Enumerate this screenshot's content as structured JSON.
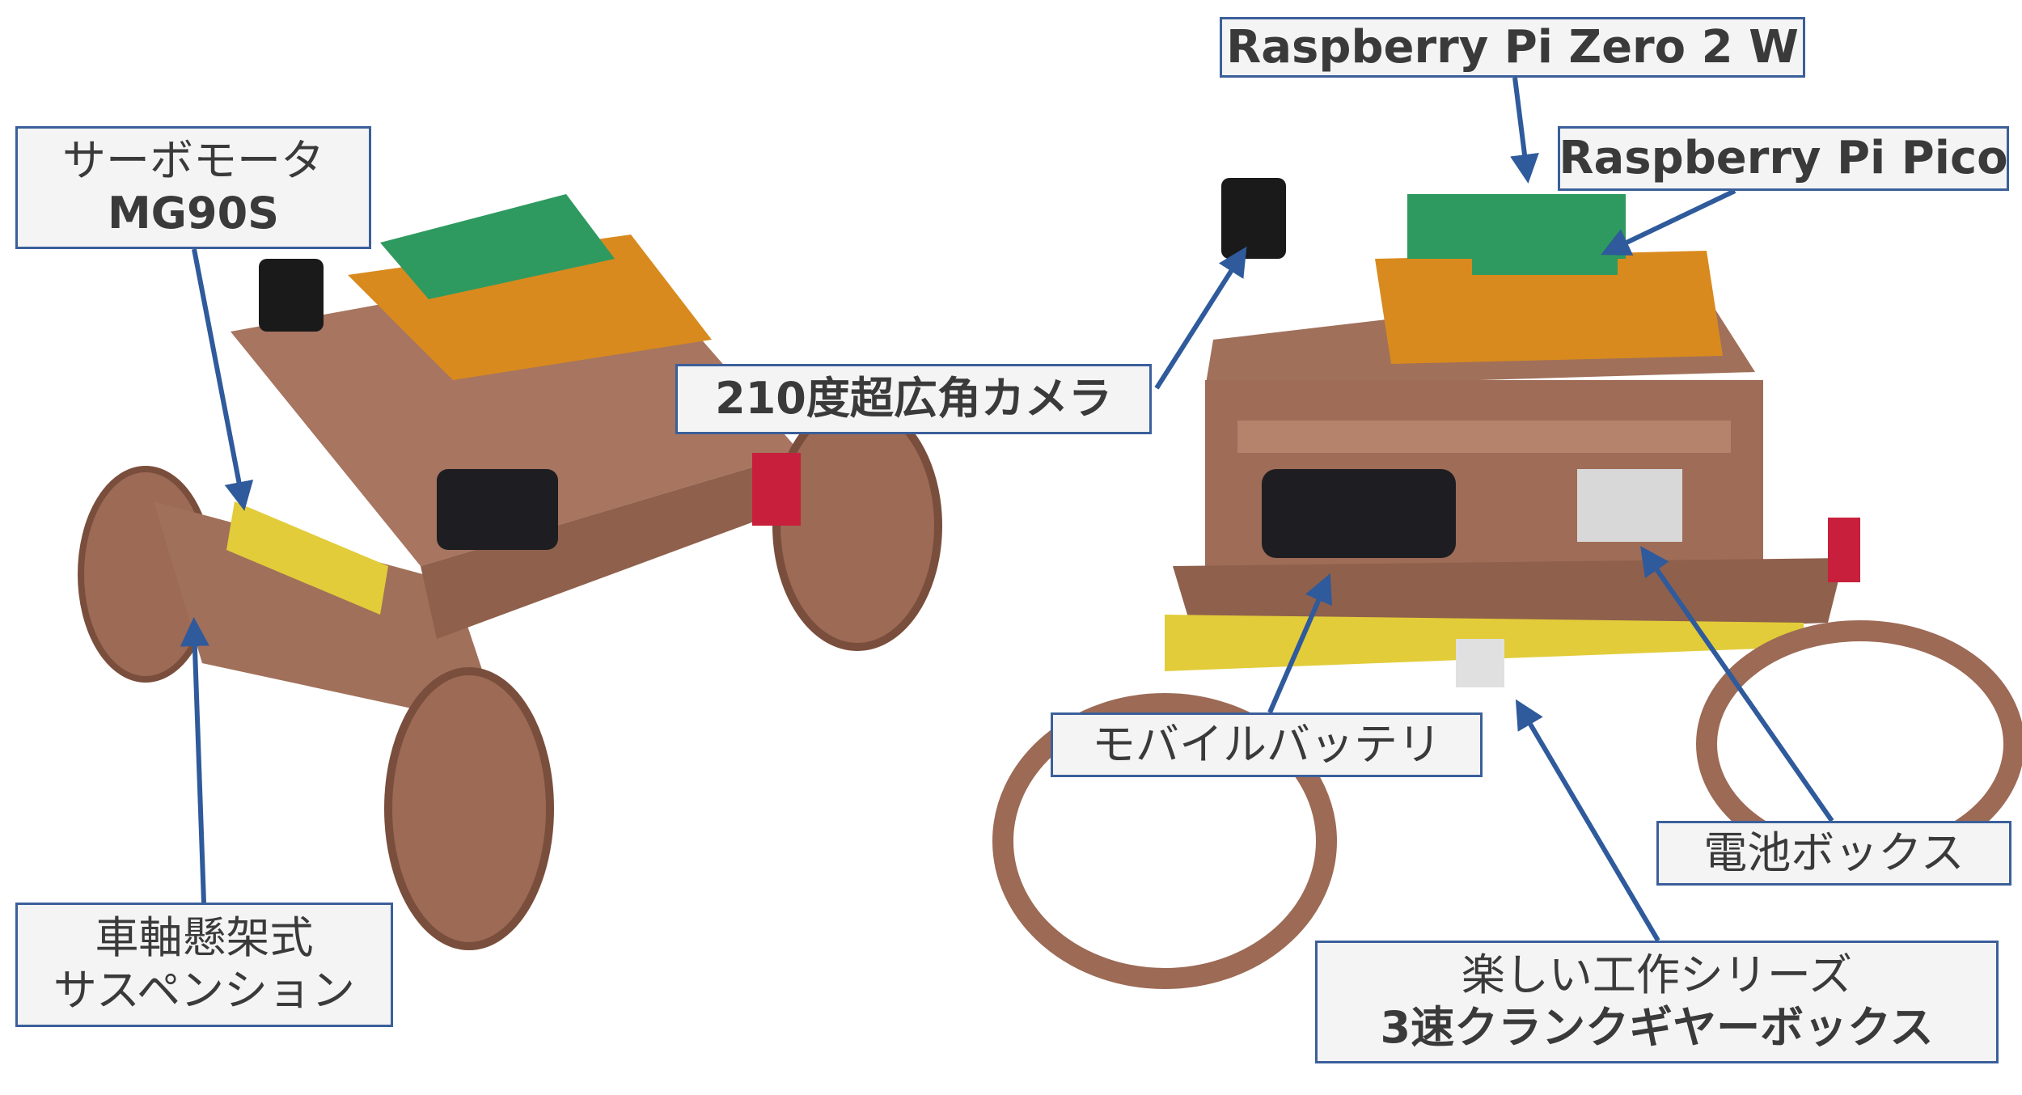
{
  "labels": {
    "pi_zero": "Raspberry Pi Zero 2 W",
    "pi_pico": "Raspberry Pi Pico",
    "servo_line1": "サーボモータ",
    "servo_line2": "MG90S",
    "camera": "210度超広角カメラ",
    "battery": "モバイルバッテリ",
    "battery_box": "電池ボックス",
    "suspension_line1": "車軸懸架式",
    "suspension_line2": "サスペンション",
    "gearbox_line1": "楽しい工作シリーズ",
    "gearbox_line2": "3速クランクギヤーボックス"
  },
  "colors": {
    "arrow": "#2f5a9b",
    "label_border": "#3b5f9a",
    "label_bg": "#f4f4f4",
    "chassis": "#a0705a",
    "wheel": "#9c6a55",
    "pcb": "#d98a1e",
    "board": "#2e9a5f",
    "strut": "#e2cc3a"
  }
}
